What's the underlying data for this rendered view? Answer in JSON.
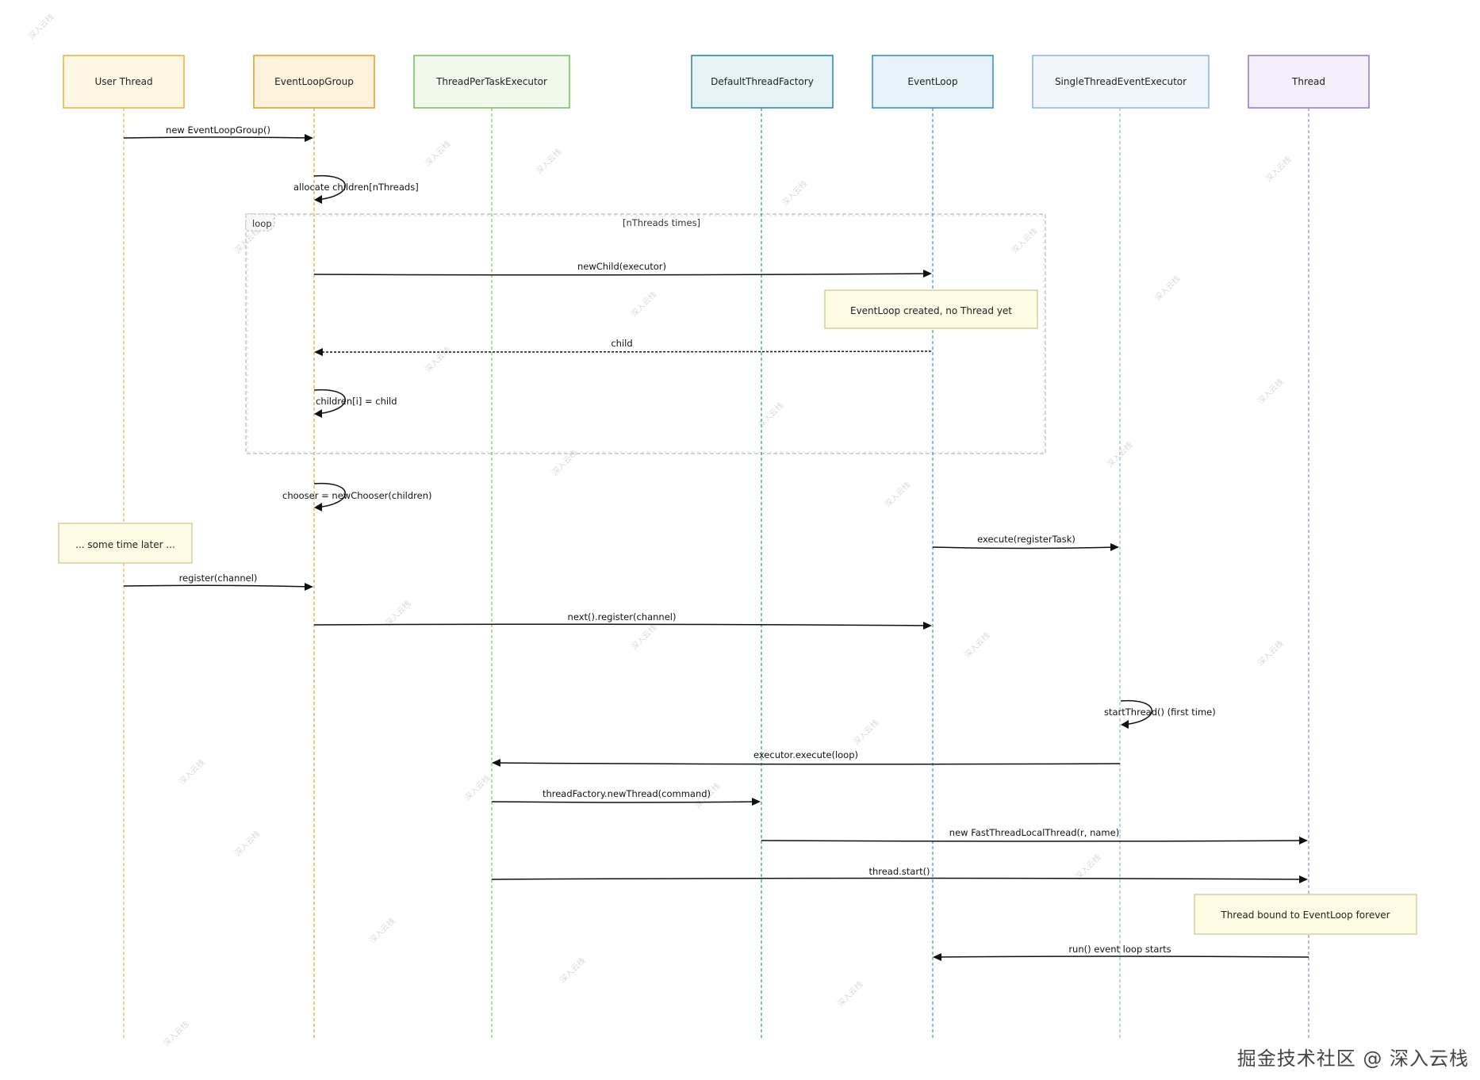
{
  "actors": [
    {
      "id": "user",
      "label": "User Thread",
      "color": "#e8b64a",
      "fill": "#fdf6e3"
    },
    {
      "id": "elg",
      "label": "EventLoopGroup",
      "color": "#e0a22a",
      "fill": "#fdf2dc"
    },
    {
      "id": "tpte",
      "label": "ThreadPerTaskExecutor",
      "color": "#7cc06a",
      "fill": "#f1f8ec"
    },
    {
      "id": "dtf",
      "label": "DefaultThreadFactory",
      "color": "#2e8fa0",
      "fill": "#e6f3f5"
    },
    {
      "id": "el",
      "label": "EventLoop",
      "color": "#3b8fc7",
      "fill": "#e8f2f9"
    },
    {
      "id": "stee",
      "label": "SingleThreadEventExecutor",
      "color": "#8fb8d8",
      "fill": "#f1f6fa"
    },
    {
      "id": "thr",
      "label": "Thread",
      "color": "#9a7fc8",
      "fill": "#f3eefa"
    }
  ],
  "loop": {
    "tag": "loop",
    "condition": "[nThreads times]"
  },
  "messages": [
    {
      "from": "user",
      "to": "elg",
      "label": "new EventLoopGroup()",
      "style": "solid"
    },
    {
      "from": "elg",
      "to": "elg",
      "label": "allocate children[nThreads]",
      "style": "self"
    },
    {
      "from": "elg",
      "to": "el",
      "label": "newChild(executor)",
      "style": "solid"
    },
    {
      "from": "el",
      "to": "elg",
      "label": "child",
      "style": "dashed"
    },
    {
      "from": "elg",
      "to": "elg",
      "label": "children[i] = child",
      "style": "self"
    },
    {
      "from": "elg",
      "to": "elg",
      "label": "chooser = newChooser(children)",
      "style": "self"
    },
    {
      "from": "el",
      "to": "stee",
      "label": "execute(registerTask)",
      "style": "solid"
    },
    {
      "from": "user",
      "to": "elg",
      "label": "register(channel)",
      "style": "solid"
    },
    {
      "from": "elg",
      "to": "el",
      "label": "next().register(channel)",
      "style": "solid"
    },
    {
      "from": "stee",
      "to": "stee",
      "label": "startThread() (first time)",
      "style": "self"
    },
    {
      "from": "stee",
      "to": "tpte",
      "label": "executor.execute(loop)",
      "style": "solid"
    },
    {
      "from": "tpte",
      "to": "dtf",
      "label": "threadFactory.newThread(command)",
      "style": "solid"
    },
    {
      "from": "dtf",
      "to": "thr",
      "label": "new FastThreadLocalThread(r, name)",
      "style": "solid"
    },
    {
      "from": "tpte",
      "to": "thr",
      "label": "thread.start()",
      "style": "solid"
    },
    {
      "from": "thr",
      "to": "el",
      "label": "run() event loop starts",
      "style": "solid"
    }
  ],
  "notes": [
    {
      "text": "EventLoop created, no Thread yet"
    },
    {
      "text": "... some time later ..."
    },
    {
      "text": "Thread bound to EventLoop forever"
    }
  ],
  "watermark": "深入云栈",
  "footer": "掘金技术社区 @ 深入云栈"
}
